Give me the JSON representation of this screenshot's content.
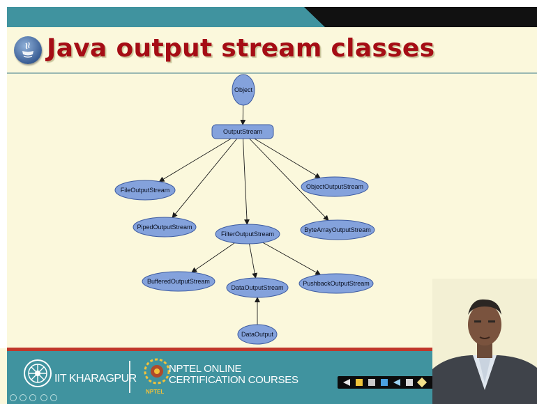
{
  "slide": {
    "title": "Java output stream classes",
    "title_color": "#a50d15",
    "background_color": "#fbf8dc",
    "accent_teal": "#40939f",
    "accent_red": "#c0372b"
  },
  "diagram": {
    "node_fill": "#84a2dc",
    "node_stroke": "#3c5aa0",
    "nodes": [
      {
        "id": "object",
        "label": "Object"
      },
      {
        "id": "outputstream",
        "label": "OutputStream"
      },
      {
        "id": "fileoutputstream",
        "label": "FileOutputStream"
      },
      {
        "id": "objectoutputstream",
        "label": "ObjectOutputStream"
      },
      {
        "id": "pipedoutputstream",
        "label": "PipedOutputStream"
      },
      {
        "id": "filteroutputstream",
        "label": "FilterOutputStream"
      },
      {
        "id": "bytearrayoutputstream",
        "label": "ByteArrayOutputStream"
      },
      {
        "id": "bufferedoutputstream",
        "label": "BufferedOutputStream"
      },
      {
        "id": "dataoutputstream",
        "label": "DataOutputStream"
      },
      {
        "id": "pushbackoutputstream",
        "label": "PushbackOutputStream"
      },
      {
        "id": "dataoutput",
        "label": "DataOutput"
      }
    ],
    "edges": [
      {
        "from": "object",
        "to": "outputstream"
      },
      {
        "from": "outputstream",
        "to": "fileoutputstream"
      },
      {
        "from": "outputstream",
        "to": "pipedoutputstream"
      },
      {
        "from": "outputstream",
        "to": "filteroutputstream"
      },
      {
        "from": "outputstream",
        "to": "bytearrayoutputstream"
      },
      {
        "from": "outputstream",
        "to": "objectoutputstream"
      },
      {
        "from": "filteroutputstream",
        "to": "bufferedoutputstream"
      },
      {
        "from": "filteroutputstream",
        "to": "dataoutputstream"
      },
      {
        "from": "filteroutputstream",
        "to": "pushbackoutputstream"
      },
      {
        "from": "dataoutput",
        "to": "dataoutputstream"
      }
    ]
  },
  "footer": {
    "institute": "IIT KHARAGPUR",
    "nptel_line1": "NPTEL ONLINE",
    "nptel_line2": "CERTIFICATION COURSES",
    "nptel_small": "NPTEL"
  },
  "icons": {
    "java": "java-logo-icon",
    "iit": "iit-kharagpur-logo-icon",
    "nptel": "nptel-logo-icon"
  }
}
